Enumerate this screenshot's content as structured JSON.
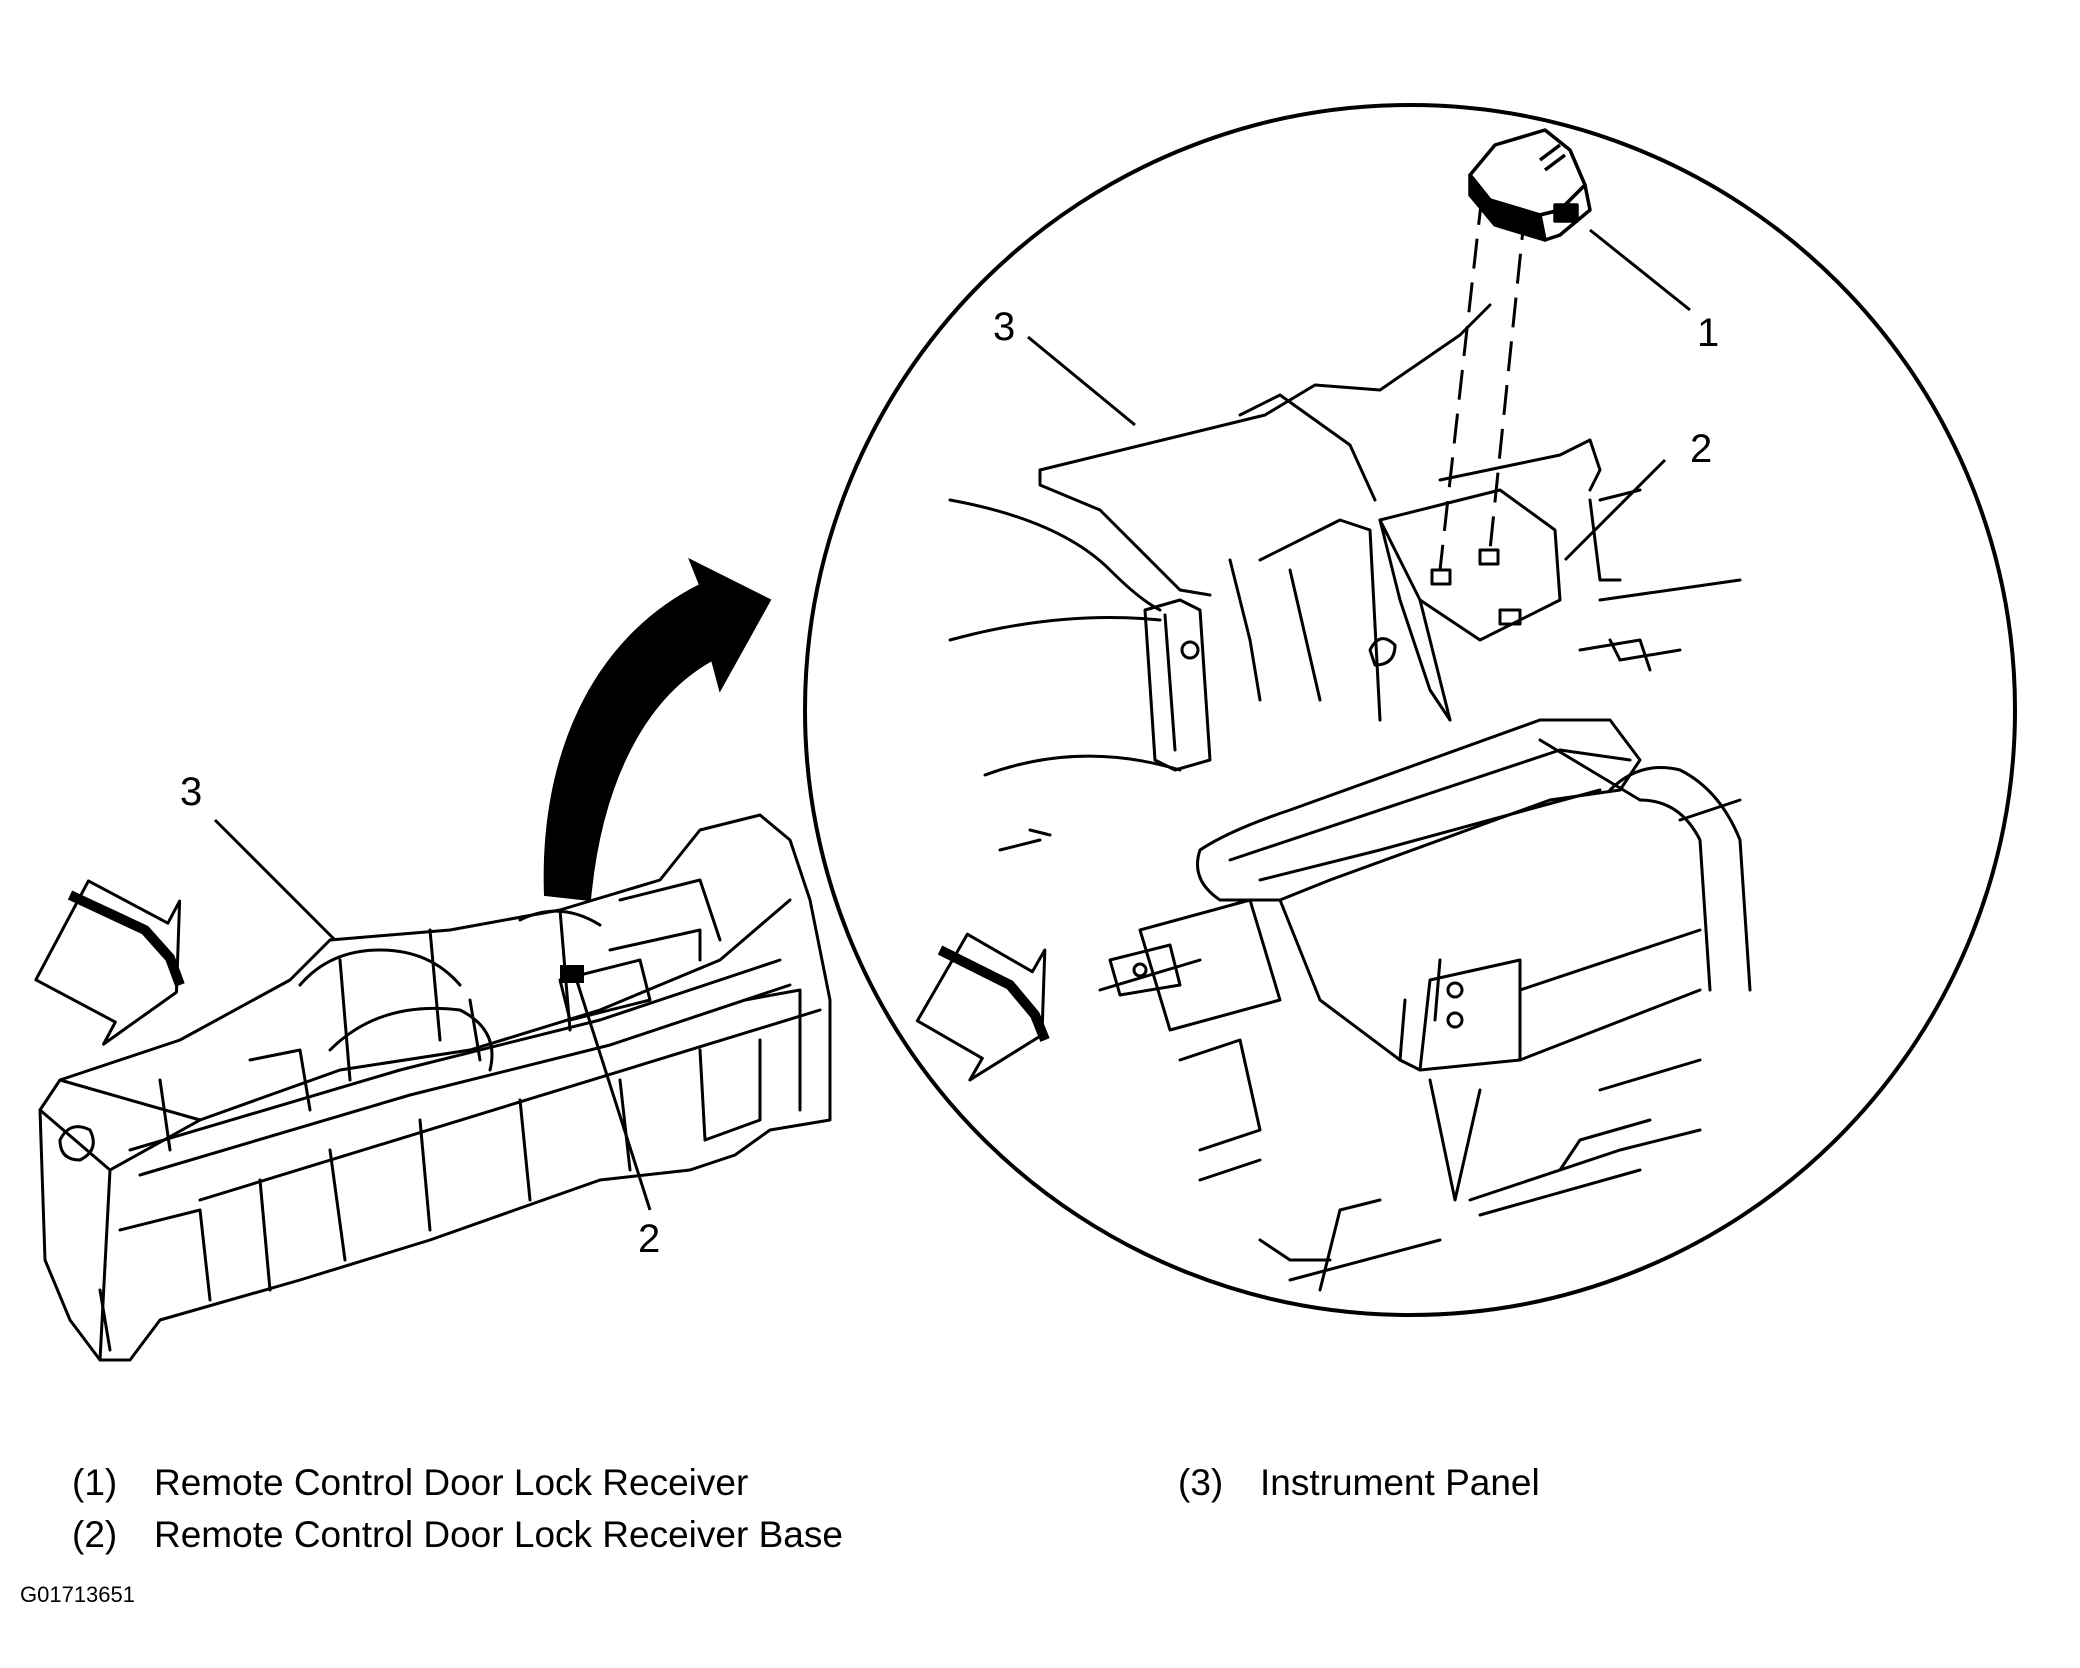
{
  "callouts": {
    "c1": "1",
    "c2_inset": "2",
    "c3_inset": "3",
    "c2_overview": "2",
    "c3_overview": "3"
  },
  "legend": [
    {
      "num": "(1)",
      "label": "Remote Control Door Lock Receiver"
    },
    {
      "num": "(2)",
      "label": "Remote Control Door Lock Receiver Base"
    },
    {
      "num": "(3)",
      "label": "Instrument Panel"
    }
  ],
  "figure_id": "G01713651"
}
